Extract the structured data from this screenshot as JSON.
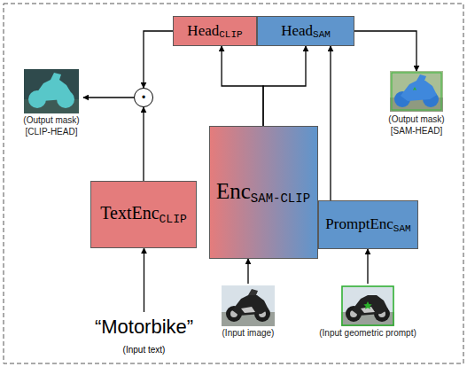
{
  "diagram": {
    "nodes": [
      {
        "text": [
          "Head",
          "CLIP"
        ]
      },
      {
        "text": [
          "Head",
          "SAM"
        ]
      },
      {
        "text": [
          "•"
        ]
      },
      {
        "text": [
          "(Output mask)",
          "[CLIP-HEAD]"
        ]
      },
      {
        "text": [
          "(Output mask)",
          "[SAM-HEAD]"
        ]
      },
      {
        "text": [
          "TextEnc",
          "CLIP"
        ]
      },
      {
        "text": [
          "Enc",
          "SAM-CLIP"
        ]
      },
      {
        "text": [
          "PromptEnc",
          "SAM"
        ]
      },
      {
        "text": [
          "“Motorbike”",
          "(Input text)"
        ]
      },
      {
        "text": [
          "(Input image)"
        ]
      },
      {
        "text": [
          "(Input geometric prompt)"
        ]
      }
    ],
    "edges": [
      {
        "from": 0,
        "to": 2,
        "arrow": "to"
      },
      {
        "from": 5,
        "to": 2,
        "arrow": "to"
      },
      {
        "from": 2,
        "to": 3,
        "arrow": "to"
      },
      {
        "from": 1,
        "to": 4,
        "arrow": "to"
      },
      {
        "from": 6,
        "to": 0,
        "arrow": "to"
      },
      {
        "from": 6,
        "to": 1,
        "arrow": "to"
      },
      {
        "from": 7,
        "to": 1,
        "arrow": "to"
      },
      {
        "from": 8,
        "to": 5,
        "arrow": "to"
      },
      {
        "from": 9,
        "to": 6,
        "arrow": "to"
      },
      {
        "from": 10,
        "to": 7,
        "arrow": "to"
      }
    ]
  }
}
